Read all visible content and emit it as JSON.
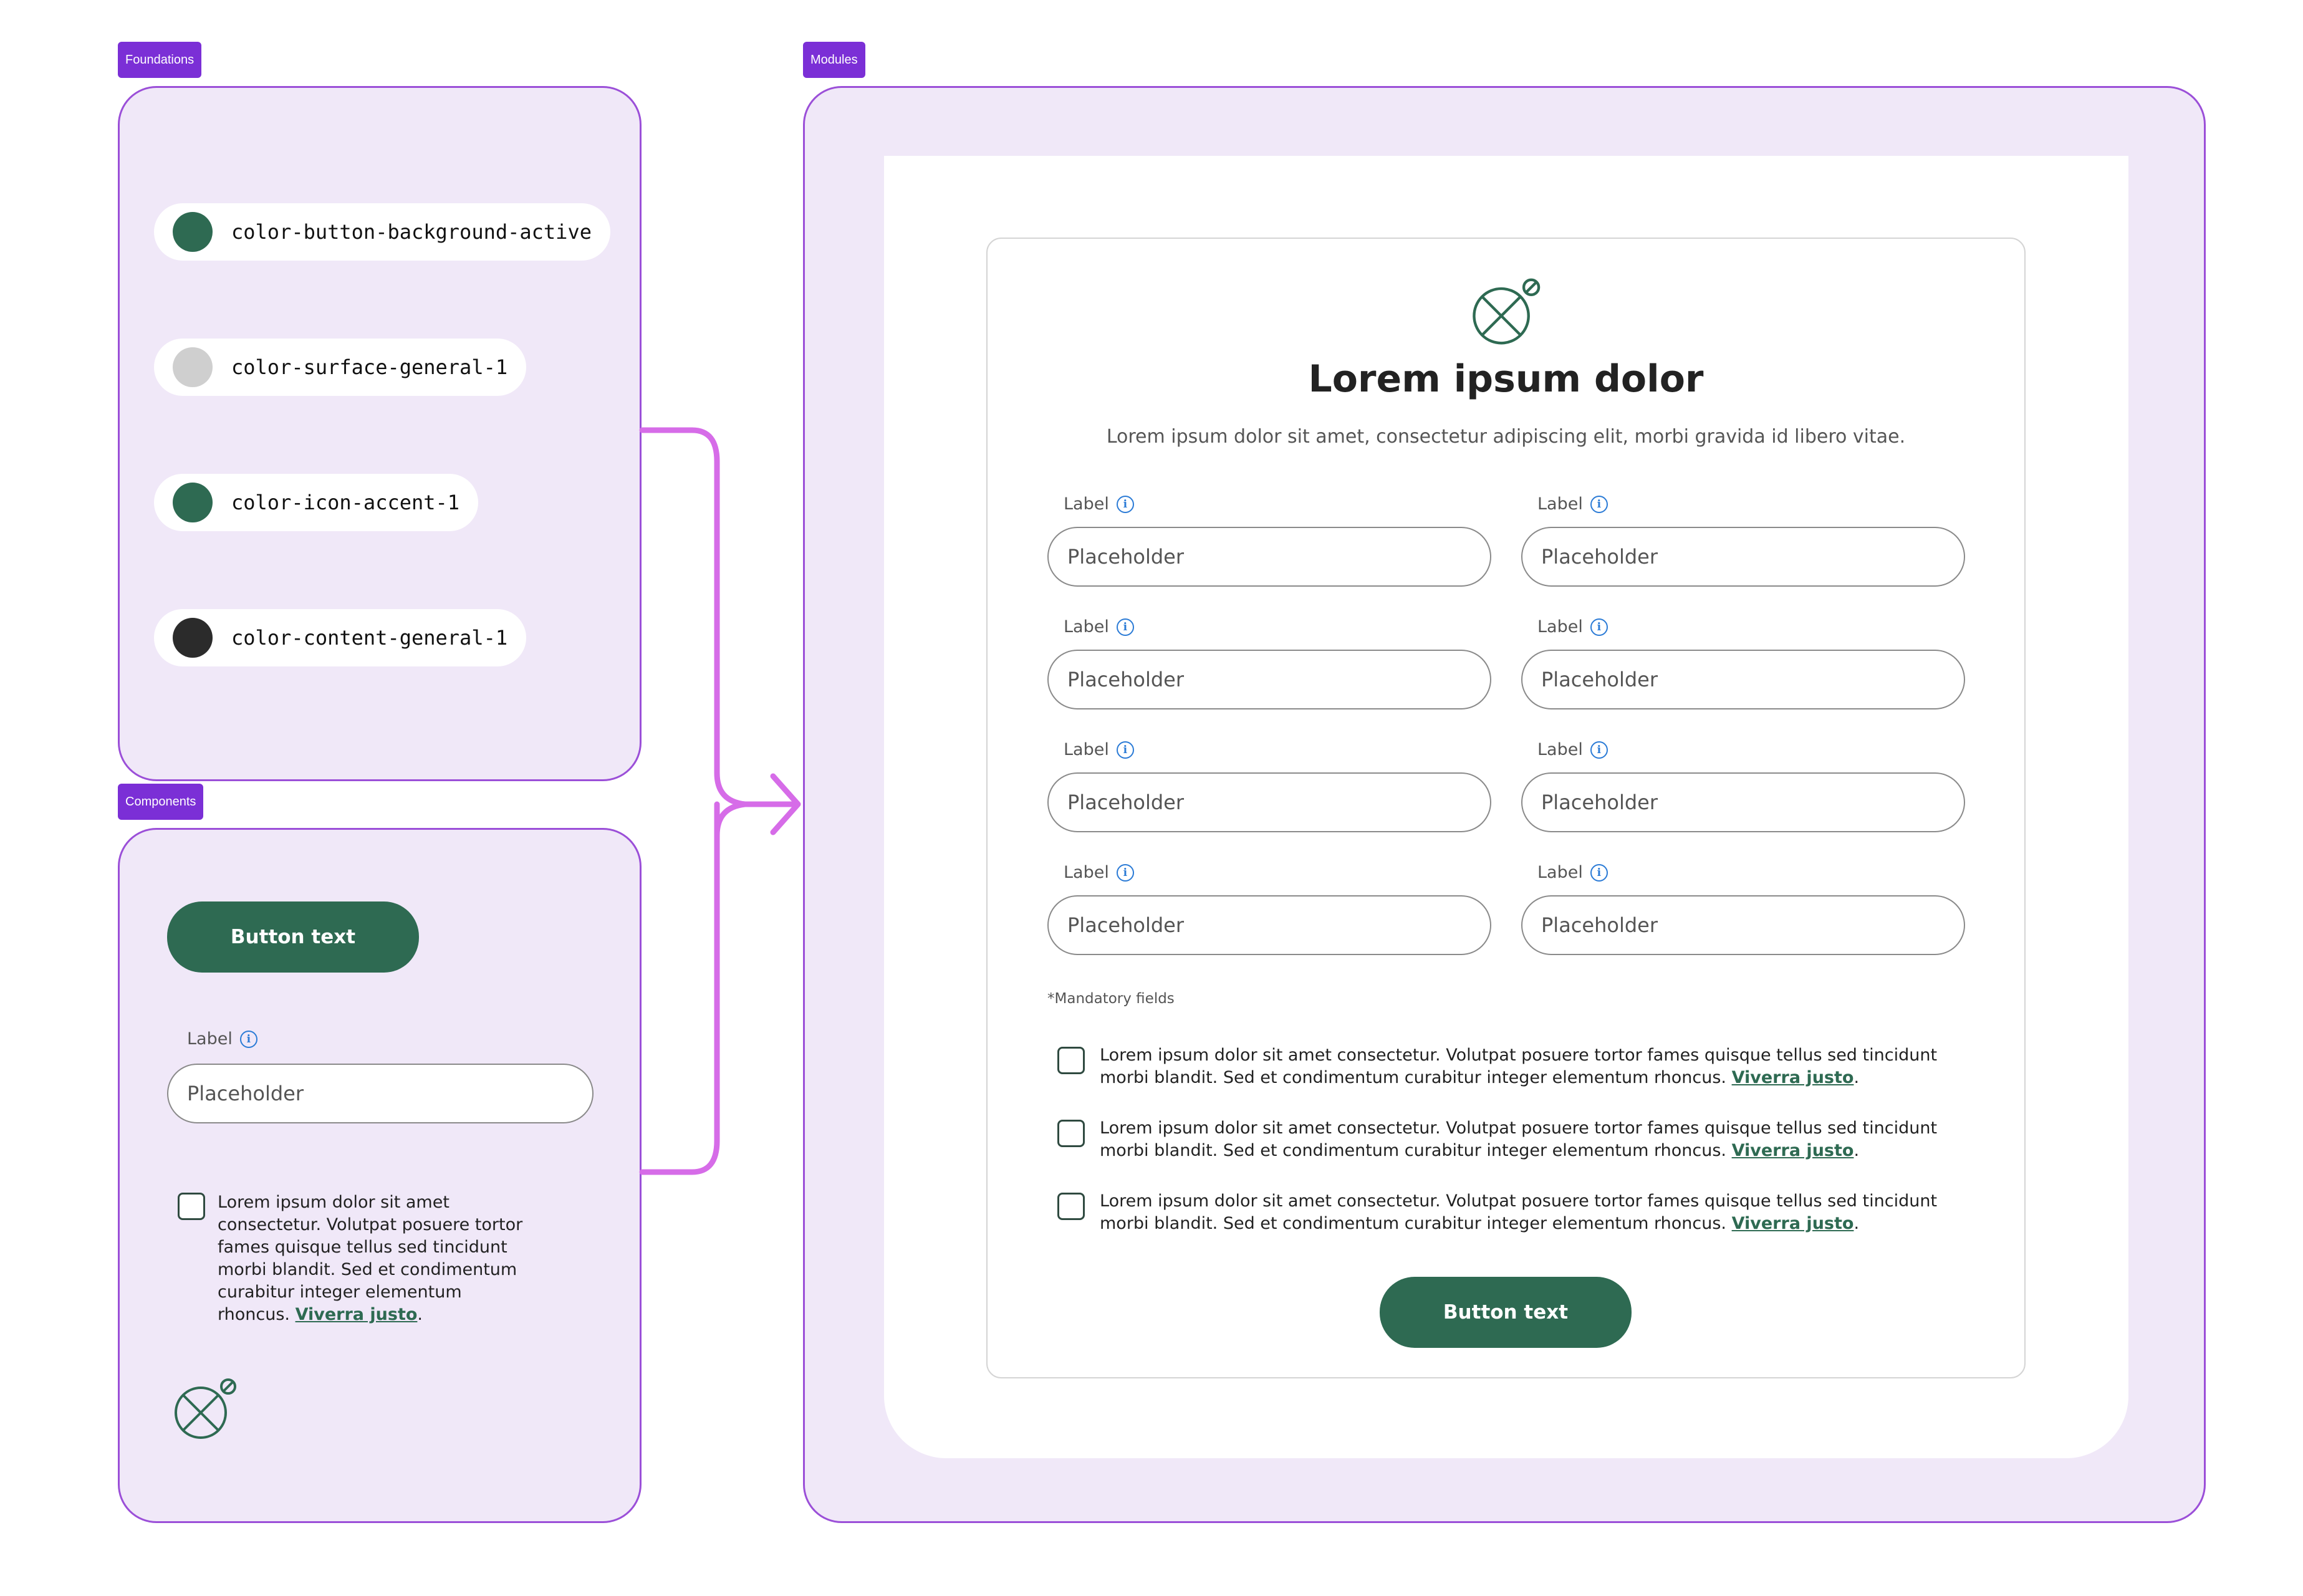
{
  "foundations": {
    "tag": "Foundations",
    "tokens": [
      {
        "name": "color-button-background-active",
        "color": "#2e6a52"
      },
      {
        "name": "color-surface-general-1",
        "color": "#cfcfcf"
      },
      {
        "name": "color-icon-accent-1",
        "color": "#2e6a52"
      },
      {
        "name": "color-content-general-1",
        "color": "#2b2b2b"
      }
    ]
  },
  "components": {
    "tag": "Components",
    "button_label": "Button text",
    "field_label": "Label",
    "field_placeholder": "Placeholder",
    "checkbox_text": "Lorem ipsum dolor sit amet consectetur. Volutpat posuere tortor fames quisque tellus sed tincidunt morbi blandit. Sed et condimentum curabitur integer elementum rhoncus.",
    "checkbox_link": "Viverra justo",
    "checkbox_end": "."
  },
  "modules": {
    "tag": "Modules",
    "form": {
      "icon": "cancel-circle-icon",
      "title": "Lorem ipsum dolor",
      "subtitle": "Lorem ipsum dolor sit amet, consectetur adipiscing elit, morbi gravida id libero vitae.",
      "fields": [
        {
          "label": "Label",
          "placeholder": "Placeholder"
        },
        {
          "label": "Label",
          "placeholder": "Placeholder"
        },
        {
          "label": "Label",
          "placeholder": "Placeholder"
        },
        {
          "label": "Label",
          "placeholder": "Placeholder"
        },
        {
          "label": "Label",
          "placeholder": "Placeholder"
        },
        {
          "label": "Label",
          "placeholder": "Placeholder"
        },
        {
          "label": "Label",
          "placeholder": "Placeholder"
        },
        {
          "label": "Label",
          "placeholder": "Placeholder"
        }
      ],
      "mandatory_note": "*Mandatory fields",
      "checkboxes": [
        {
          "text": "Lorem ipsum dolor sit amet consectetur. Volutpat posuere tortor fames quisque tellus sed tincidunt morbi blandit. Sed et condimentum curabitur integer elementum rhoncus.",
          "link": "Viverra justo",
          "end": "."
        },
        {
          "text": "Lorem ipsum dolor sit amet consectetur. Volutpat posuere tortor fames quisque tellus sed tincidunt morbi blandit. Sed et condimentum curabitur integer elementum rhoncus.",
          "link": "Viverra justo",
          "end": "."
        },
        {
          "text": "Lorem ipsum dolor sit amet consectetur. Volutpat posuere tortor fames quisque tellus sed tincidunt morbi blandit. Sed et condimentum curabitur integer elementum rhoncus.",
          "link": "Viverra justo",
          "end": "."
        }
      ],
      "button_label": "Button text"
    }
  },
  "colors": {
    "accent_purple": "#9b4fd8",
    "tag_purple": "#7b2fd6",
    "arrow": "#d66ce8",
    "brand_green": "#2e6a52",
    "panel_bg": "#f0e8f8"
  }
}
